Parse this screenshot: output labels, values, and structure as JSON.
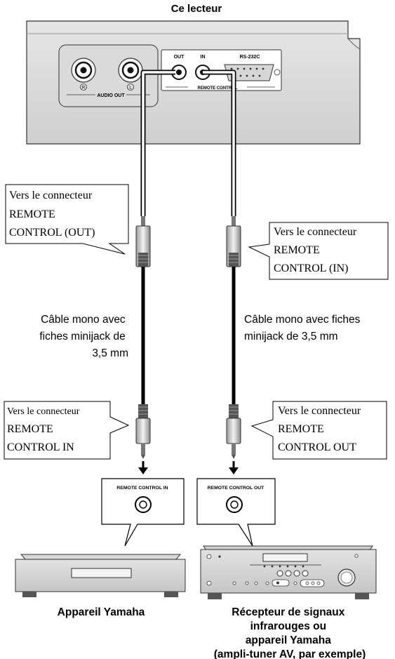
{
  "player": {
    "title": "Ce lecteur",
    "audio_out_label": "AUDIO OUT",
    "channel_r": "R",
    "channel_l": "L",
    "out_label": "OUT",
    "in_label": "IN",
    "rs232c_label": "RS-232C",
    "remote_control_label": "REMOTE CONTROL"
  },
  "callouts": {
    "top_left": [
      "Vers le connecteur",
      "REMOTE",
      "CONTROL (OUT)"
    ],
    "top_right": [
      "Vers le connecteur",
      "REMOTE",
      "CONTROL (IN)"
    ],
    "bottom_left": [
      "Vers le connecteur",
      "REMOTE",
      "CONTROL IN"
    ],
    "bottom_right": [
      "Vers le connecteur",
      "REMOTE",
      "CONTROL OUT"
    ]
  },
  "cables": {
    "left_caption": [
      "Câble mono avec",
      "fiches minijack de",
      "3,5 mm"
    ],
    "right_caption": [
      "Câble mono avec fiches",
      "minijack de 3,5 mm"
    ]
  },
  "jack_panels": {
    "left": "REMOTE CONTROL IN",
    "right": "REMOTE CONTROL OUT"
  },
  "devices": {
    "left_caption": "Appareil Yamaha",
    "right_caption": [
      "Récepteur de signaux",
      "infrarouges ou",
      "appareil Yamaha",
      "(ampli-tuner AV, par exemple)"
    ]
  }
}
